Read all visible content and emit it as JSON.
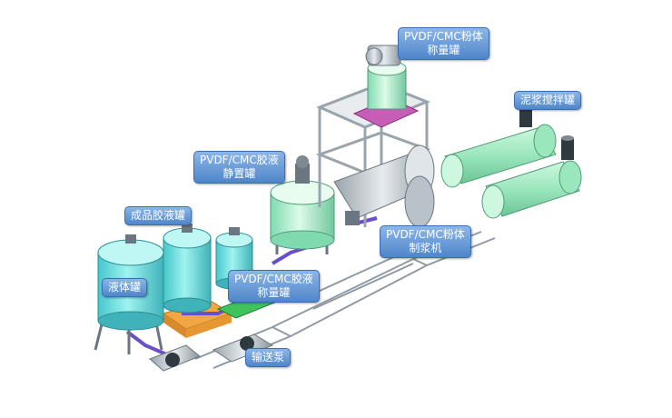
{
  "labels": {
    "powder_weigher": {
      "line1": "PVDF/CMC粉体",
      "line2": "称量罐"
    },
    "slurry_mixer": {
      "line1": "泥浆搅拌罐"
    },
    "glue_storage": {
      "line1": "PVDF/CMC胶液",
      "line2": "静置罐"
    },
    "finished_glue": {
      "line1": "成品胶液罐"
    },
    "powder_pulper": {
      "line1": "PVDF/CMC粉体",
      "line2": "制浆机"
    },
    "liquid_tank": {
      "line1": "液体罐"
    },
    "glue_weigher": {
      "line1": "PVDF/CMC胶液",
      "line2": "称量罐"
    },
    "pump": {
      "line1": "输送泵"
    }
  },
  "colors": {
    "tank_green": "#b7f0cf",
    "tank_teal": "#66d8d8",
    "frame_gray": "#cfd6dc",
    "pipe_purple": "#6a4fc8",
    "base_orange": "#f2a744",
    "callout_blue": "#5b8fd0"
  }
}
